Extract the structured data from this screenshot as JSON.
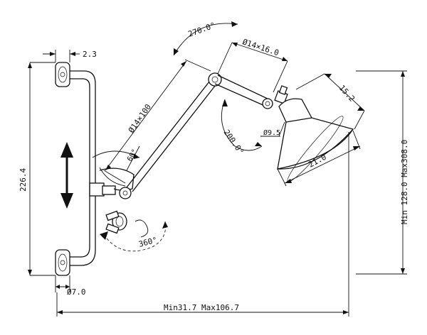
{
  "diagram": {
    "labels": {
      "pipe_offset": "2.3",
      "height": "226.4",
      "arm_rotation": "270.0°",
      "arm_length": "Ø14×100",
      "arm_short": "Ø14×16.0",
      "shade_tilt": "200.0°",
      "shade_neck": "Ø9.5",
      "shade_depth": "15.2",
      "shade_diameter": "21.0",
      "swivel_angle": "60°",
      "base_rotation": "360°",
      "base_diameter": "Ø7.0",
      "reach": "Min31.7 Max106.7",
      "height_range": "Min 128.0 Max308.0"
    }
  }
}
